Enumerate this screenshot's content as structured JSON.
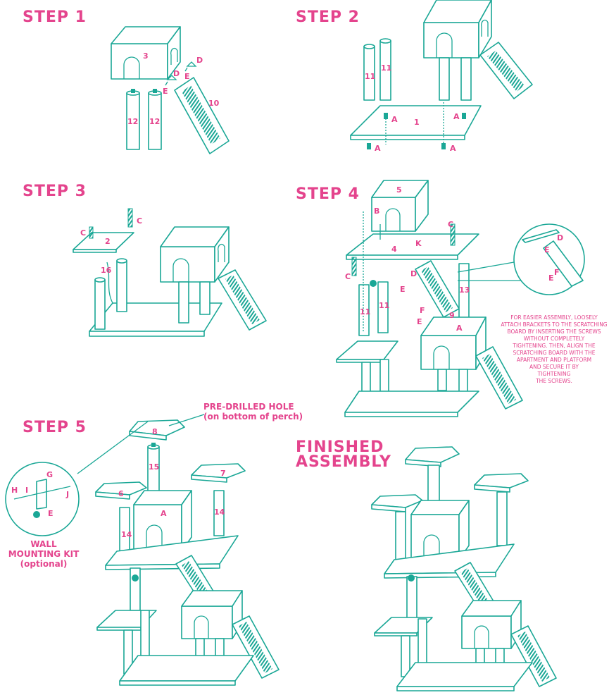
{
  "colors": {
    "accent": "#e4448d",
    "line": "#1aa796",
    "background": "#ffffff"
  },
  "steps": [
    {
      "title": "STEP 1",
      "labels": [
        "3",
        "D",
        "E",
        "D",
        "E",
        "12",
        "12",
        "10"
      ]
    },
    {
      "title": "STEP 2",
      "labels": [
        "11",
        "11",
        "A",
        "1",
        "A",
        "A",
        "A"
      ]
    },
    {
      "title": "STEP 3",
      "labels": [
        "C",
        "2",
        "C",
        "16"
      ]
    },
    {
      "title": "STEP 4",
      "labels": [
        "5",
        "B",
        "K",
        "C",
        "4",
        "C",
        "D",
        "E",
        "13",
        "11",
        "11",
        "F",
        "E",
        "9",
        "A",
        "D",
        "E",
        "F",
        "E"
      ]
    },
    {
      "title": "STEP 5",
      "labels": [
        "8",
        "15",
        "7",
        "6",
        "A",
        "14",
        "14",
        "G",
        "H",
        "I",
        "J",
        "E"
      ]
    }
  ],
  "step4_note": [
    "FOR EASIER ASSEMBLY, LOOSELY",
    "ATTACH BRACKETS TO THE SCRATCHING",
    "BOARD BY INSERTING THE SCREWS",
    "WITHOUT COMPLETELY",
    "TIGHTENING. THEN, ALIGN THE",
    "SCRATCHING BOARD WITH THE",
    "APARTMENT AND PLATFORM",
    "AND SECURE IT BY",
    "TIGHTENING",
    "THE SCREWS."
  ],
  "step5_hole": [
    "PRE-DRILLED HOLE",
    "(on bottom of perch)"
  ],
  "wall_kit": [
    "WALL",
    "MOUNTING KIT",
    "(optional)"
  ],
  "finished": [
    "FINISHED",
    "ASSEMBLY"
  ]
}
